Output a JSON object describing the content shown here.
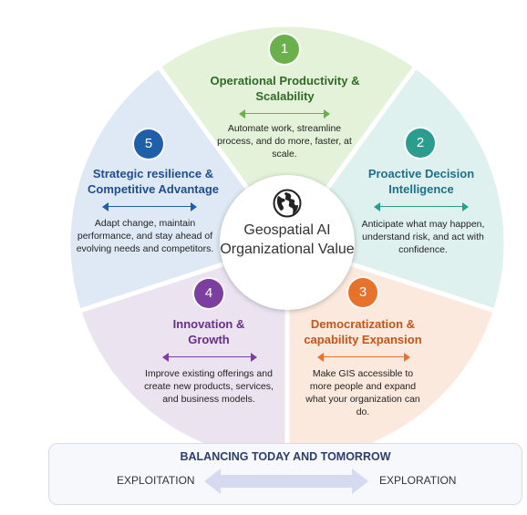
{
  "center": {
    "title": "Geospatial AI Organizational Value",
    "icon": "globe-icon"
  },
  "segments": [
    {
      "number": "1",
      "title": "Operational Productivity & Scalability",
      "description": "Automate work, streamline process, and do more, faster, at scale.",
      "accent": "#6ab04c",
      "title_color": "#2e6b24",
      "fill": "#e4f2da"
    },
    {
      "number": "2",
      "title": "Proactive Decision Intelligence",
      "description": "Anticipate what may happen, understand risk, and act with confidence.",
      "accent": "#2a9d8f",
      "title_color": "#1f6f8b",
      "fill": "#dff1ee"
    },
    {
      "number": "3",
      "title": "Democratization & capability Expansion",
      "description": "Make GIS accessible to more people and expand what your organization can do.",
      "accent": "#e8712c",
      "title_color": "#c0561a",
      "fill": "#fbe9dd"
    },
    {
      "number": "4",
      "title": "Innovation & Growth",
      "description": "Improve existing offerings and create new products, services, and business models.",
      "accent": "#7b3fa0",
      "title_color": "#6a2c8e",
      "fill": "#ece3f1"
    },
    {
      "number": "5",
      "title": "Strategic resilience & Competitive Advantage",
      "description": "Adapt change, maintain performance, and stay ahead of evolving needs and competitors.",
      "accent": "#1f5fa8",
      "title_color": "#1f4e8c",
      "fill": "#dfe9f5"
    }
  ],
  "footer": {
    "title": "BALANCING TODAY AND TOMORROW",
    "left_label": "EXPLOITATION",
    "right_label": "EXPLORATION",
    "arrow_color": "#d5daf0"
  }
}
